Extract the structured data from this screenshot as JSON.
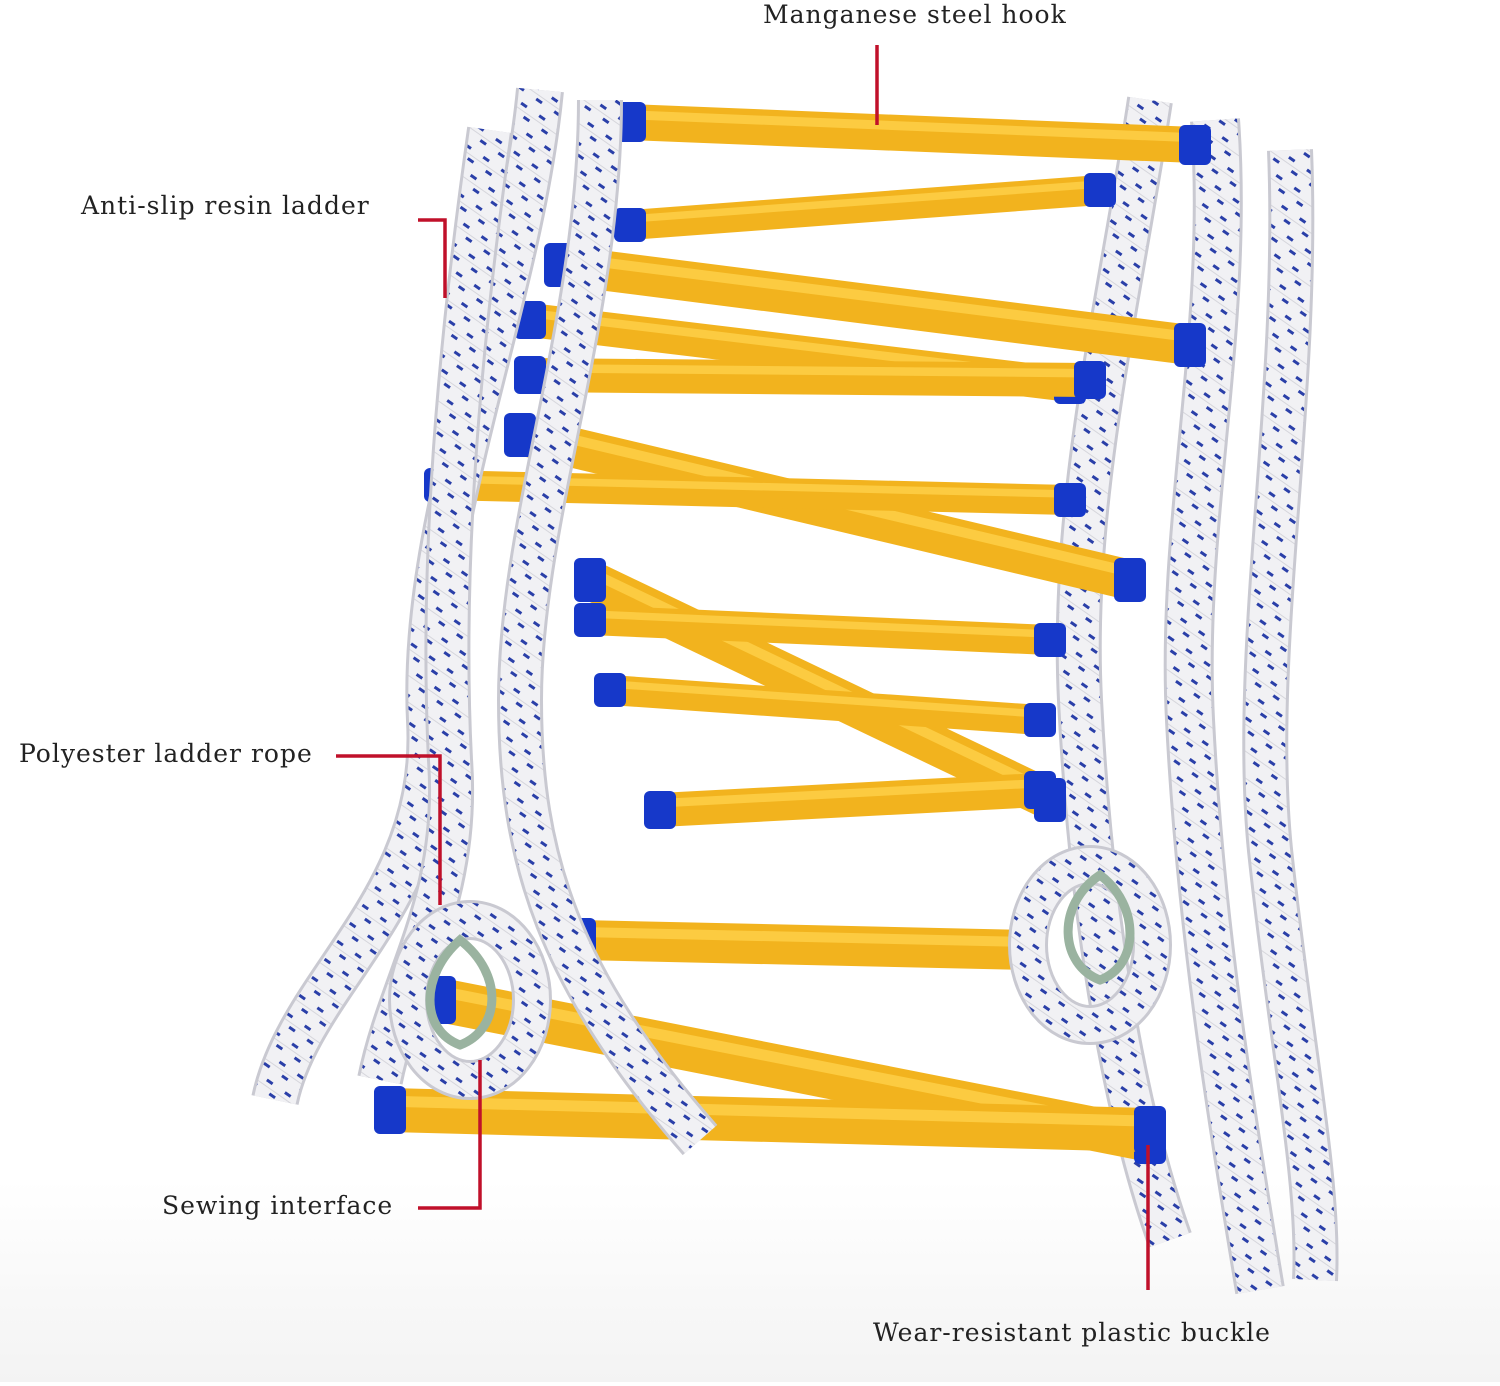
{
  "labels": {
    "hook": "Manganese steel hook",
    "ladder": "Anti-slip resin ladder",
    "rope": "Polyester ladder rope",
    "sewing": "Sewing interface",
    "buckle": "Wear-resistant plastic buckle"
  },
  "colors": {
    "rung": "#f2b31e",
    "rung_highlight": "#ffd24a",
    "cap": "#1638c9",
    "rope": "#eeeef2",
    "rope_pattern": "#2a3fa8",
    "leader": "#c0102a",
    "thimble": "#9ab3a0"
  }
}
